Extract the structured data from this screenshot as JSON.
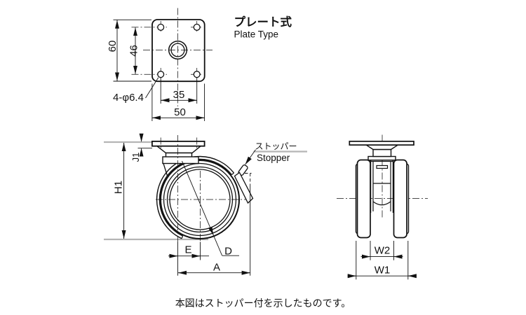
{
  "title": {
    "jp": "プレート式",
    "en": "Plate Type"
  },
  "plate_view": {
    "overall_height": "60",
    "hole_pitch_vertical": "46",
    "hole_note": "4-φ6.4",
    "hole_pitch_horizontal": "35",
    "overall_width": "50"
  },
  "side_view": {
    "plate_thickness_label": "J1",
    "height_label": "H1",
    "offset_label": "E",
    "wheel_dia_label": "D",
    "overall_label": "A",
    "stopper_jp": "ストッパー",
    "stopper_en": "Stopper"
  },
  "front_view": {
    "inner_width_label": "W2",
    "overall_width_label": "W1"
  },
  "caption": "本図はストッパー付を示したものです。",
  "colors": {
    "line": "#111111",
    "guide": "#b5b5b5",
    "background": "#ffffff"
  }
}
